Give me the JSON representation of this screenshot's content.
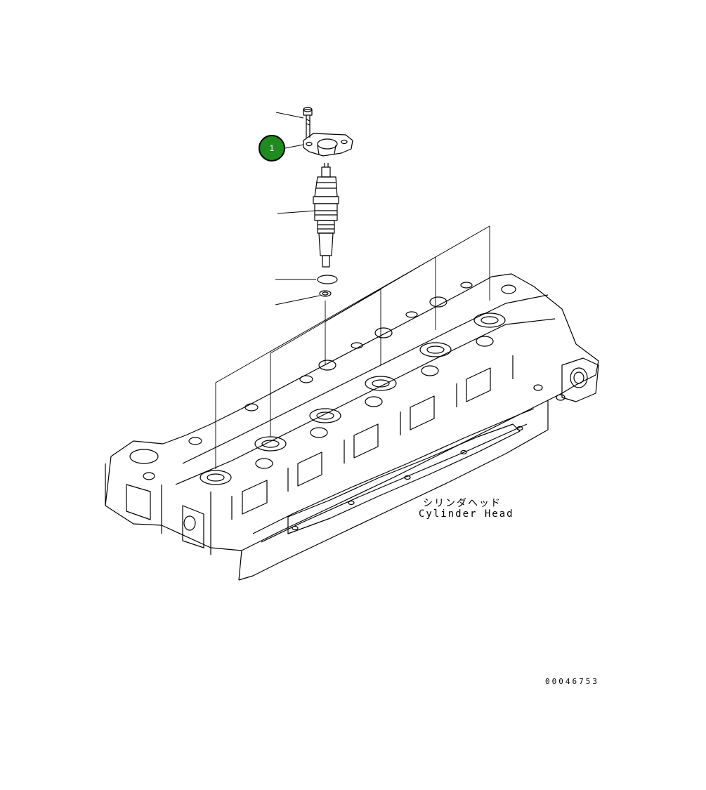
{
  "callouts": [
    {
      "number": "1",
      "color": "#1f8a1f"
    }
  ],
  "labels": {
    "component_jp": "シリンダヘッド",
    "component_en": "Cylinder Head"
  },
  "drawing_number": "00046753"
}
